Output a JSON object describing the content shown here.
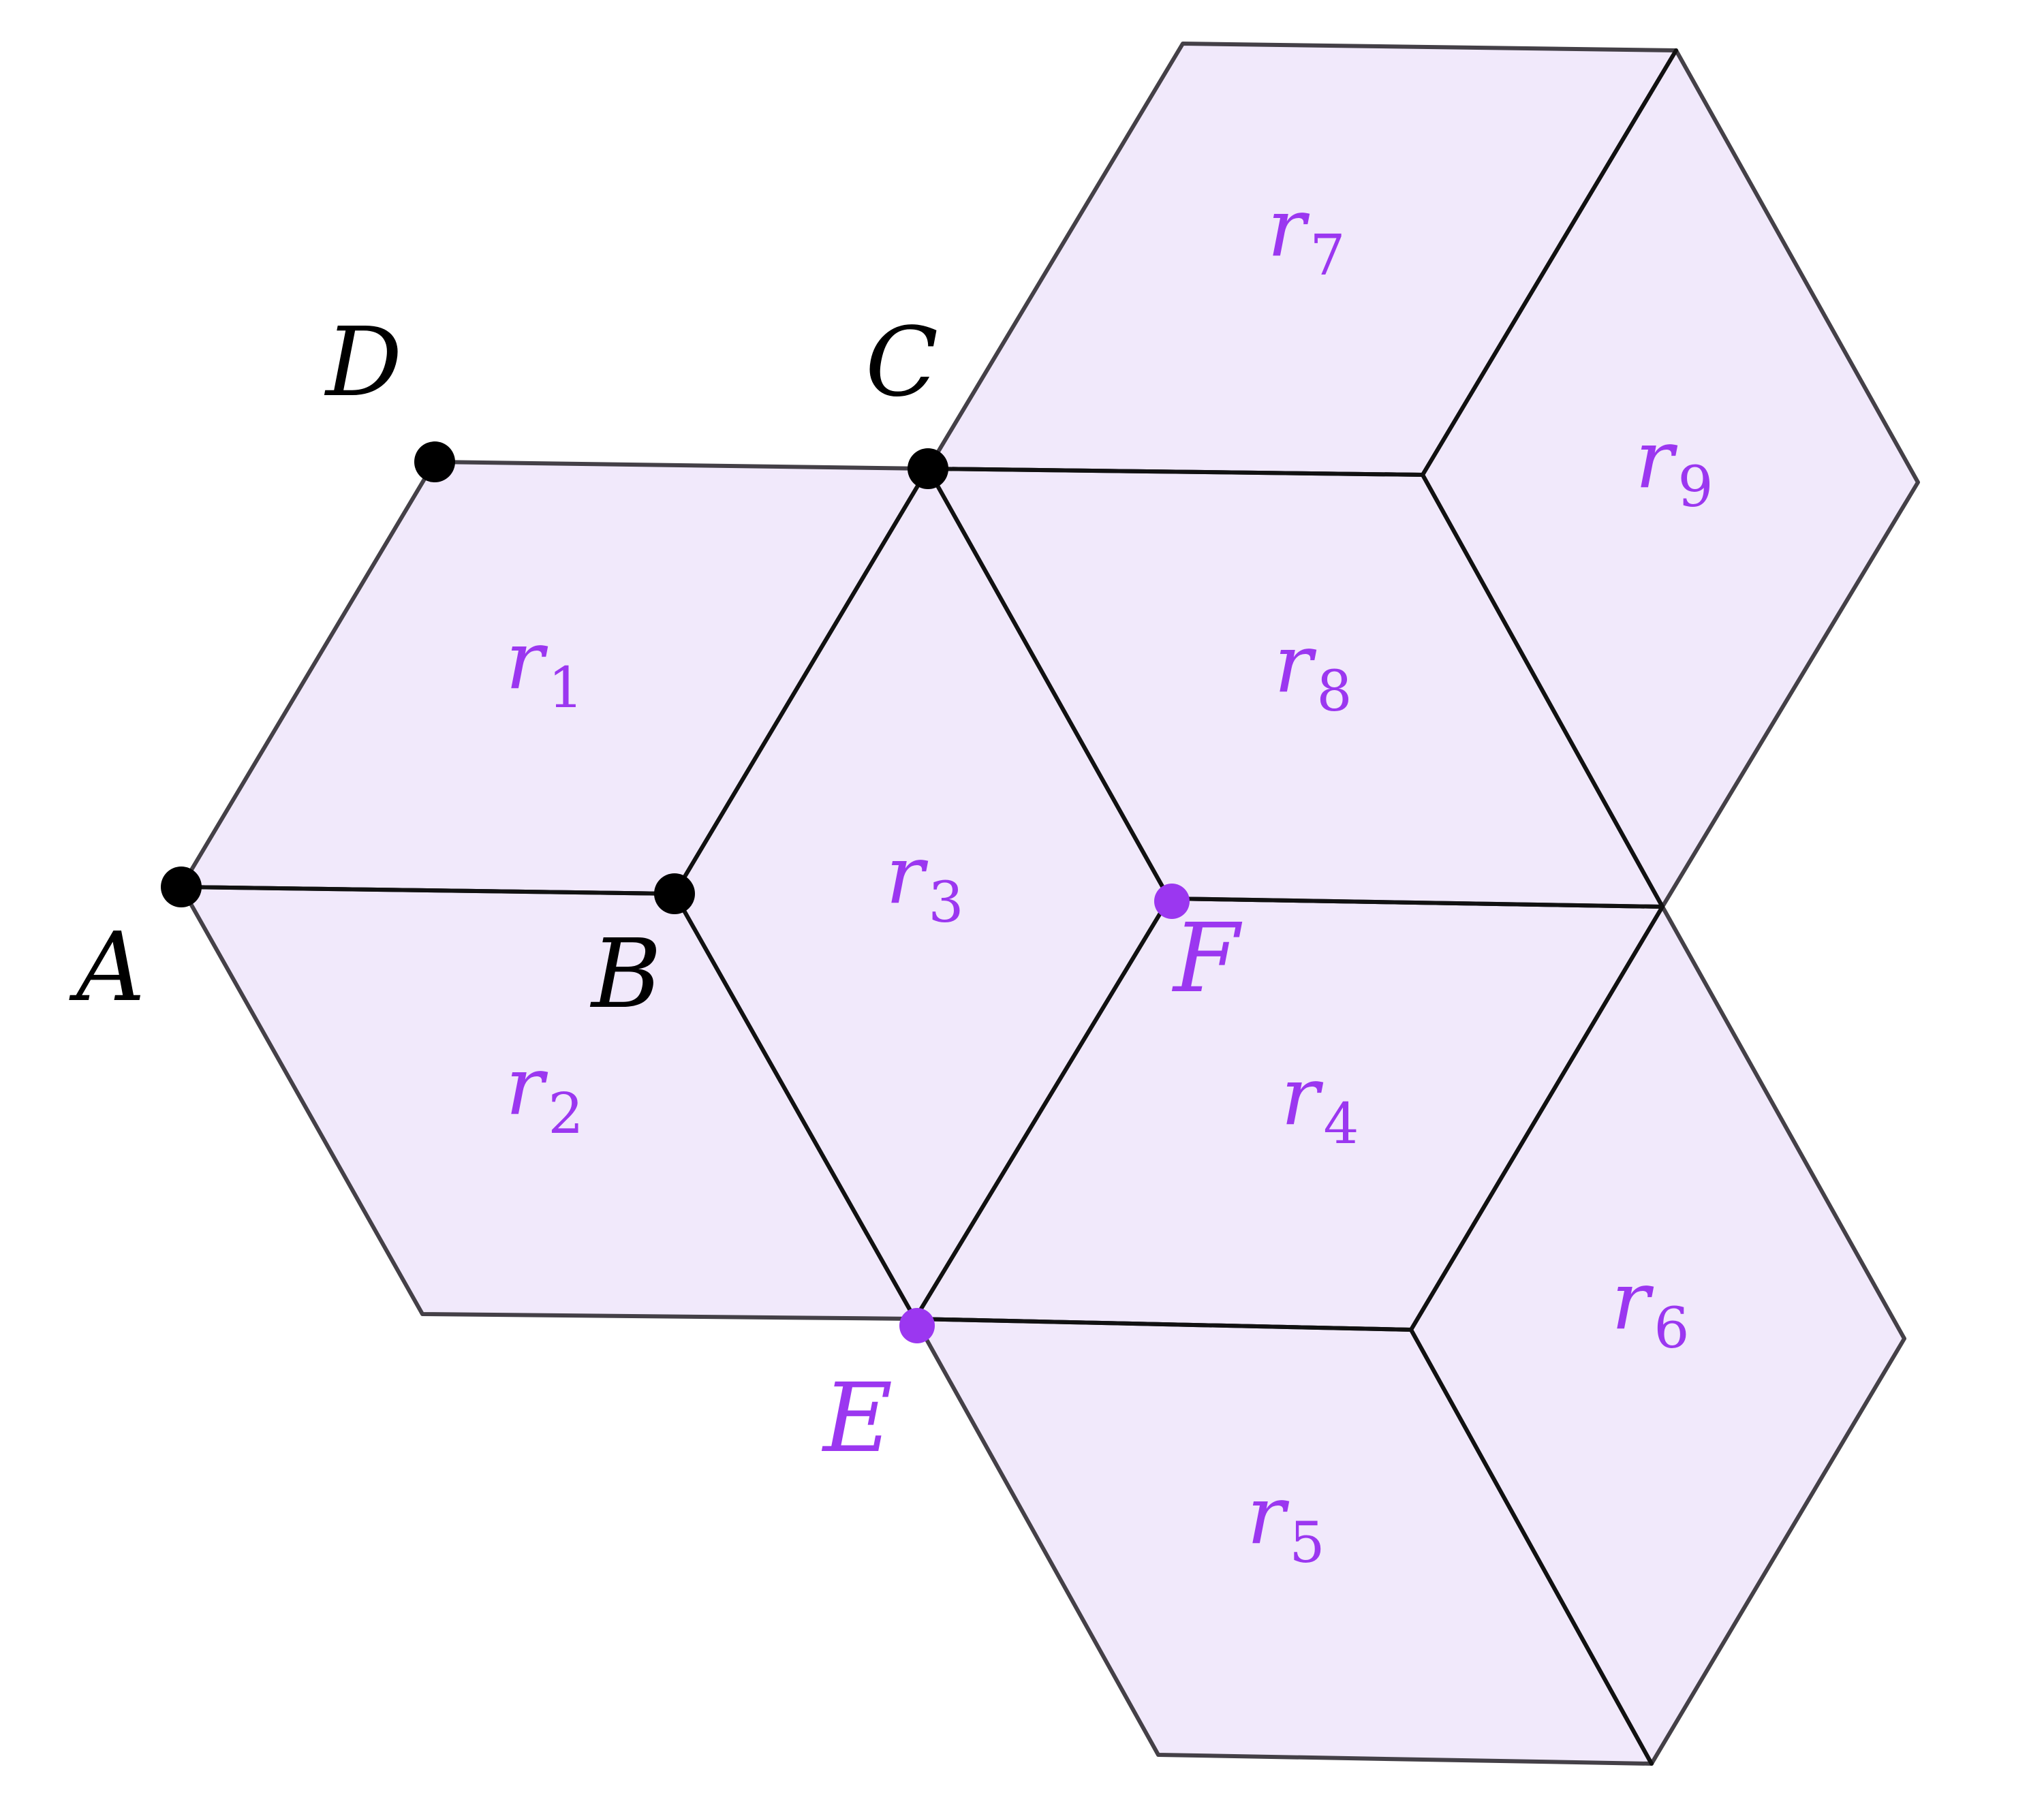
{
  "colors": {
    "fill": "#f1e9fb",
    "outline": "#444047",
    "inner_edge": "#111111",
    "black_point": "#000000",
    "accent": "#9b37f0"
  },
  "regions": [
    {
      "id": "r1",
      "base": "r",
      "sub": "1"
    },
    {
      "id": "r2",
      "base": "r",
      "sub": "2"
    },
    {
      "id": "r3",
      "base": "r",
      "sub": "3"
    },
    {
      "id": "r4",
      "base": "r",
      "sub": "4"
    },
    {
      "id": "r5",
      "base": "r",
      "sub": "5"
    },
    {
      "id": "r6",
      "base": "r",
      "sub": "6"
    },
    {
      "id": "r7",
      "base": "r",
      "sub": "7"
    },
    {
      "id": "r8",
      "base": "r",
      "sub": "8"
    },
    {
      "id": "r9",
      "base": "r",
      "sub": "9"
    }
  ],
  "points": [
    {
      "id": "A",
      "label": "A",
      "color": "black"
    },
    {
      "id": "B",
      "label": "B",
      "color": "black"
    },
    {
      "id": "C",
      "label": "C",
      "color": "black"
    },
    {
      "id": "D",
      "label": "D",
      "color": "black"
    },
    {
      "id": "E",
      "label": "E",
      "color": "accent"
    },
    {
      "id": "F",
      "label": "F",
      "color": "accent"
    }
  ]
}
